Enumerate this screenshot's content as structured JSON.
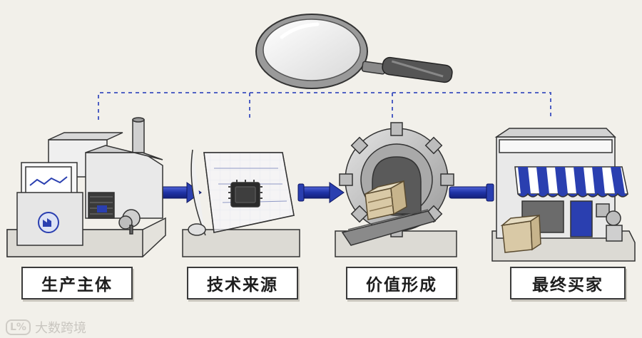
{
  "stages": [
    {
      "label": "生产主体",
      "icon": "factory-icon"
    },
    {
      "label": "技术来源",
      "icon": "blueprint-chip-icon"
    },
    {
      "label": "价值形成",
      "icon": "gear-conveyor-icon"
    },
    {
      "label": "最终买家",
      "icon": "storefront-icon"
    }
  ],
  "magnifier_icon": "magnifying-glass-icon",
  "watermark": {
    "logo": "L%",
    "text": "大数跨境"
  },
  "colors": {
    "accent": "#2a3fb0",
    "line": "#3b4fbf",
    "ink": "#333333",
    "paper": "#f2f0ea"
  }
}
